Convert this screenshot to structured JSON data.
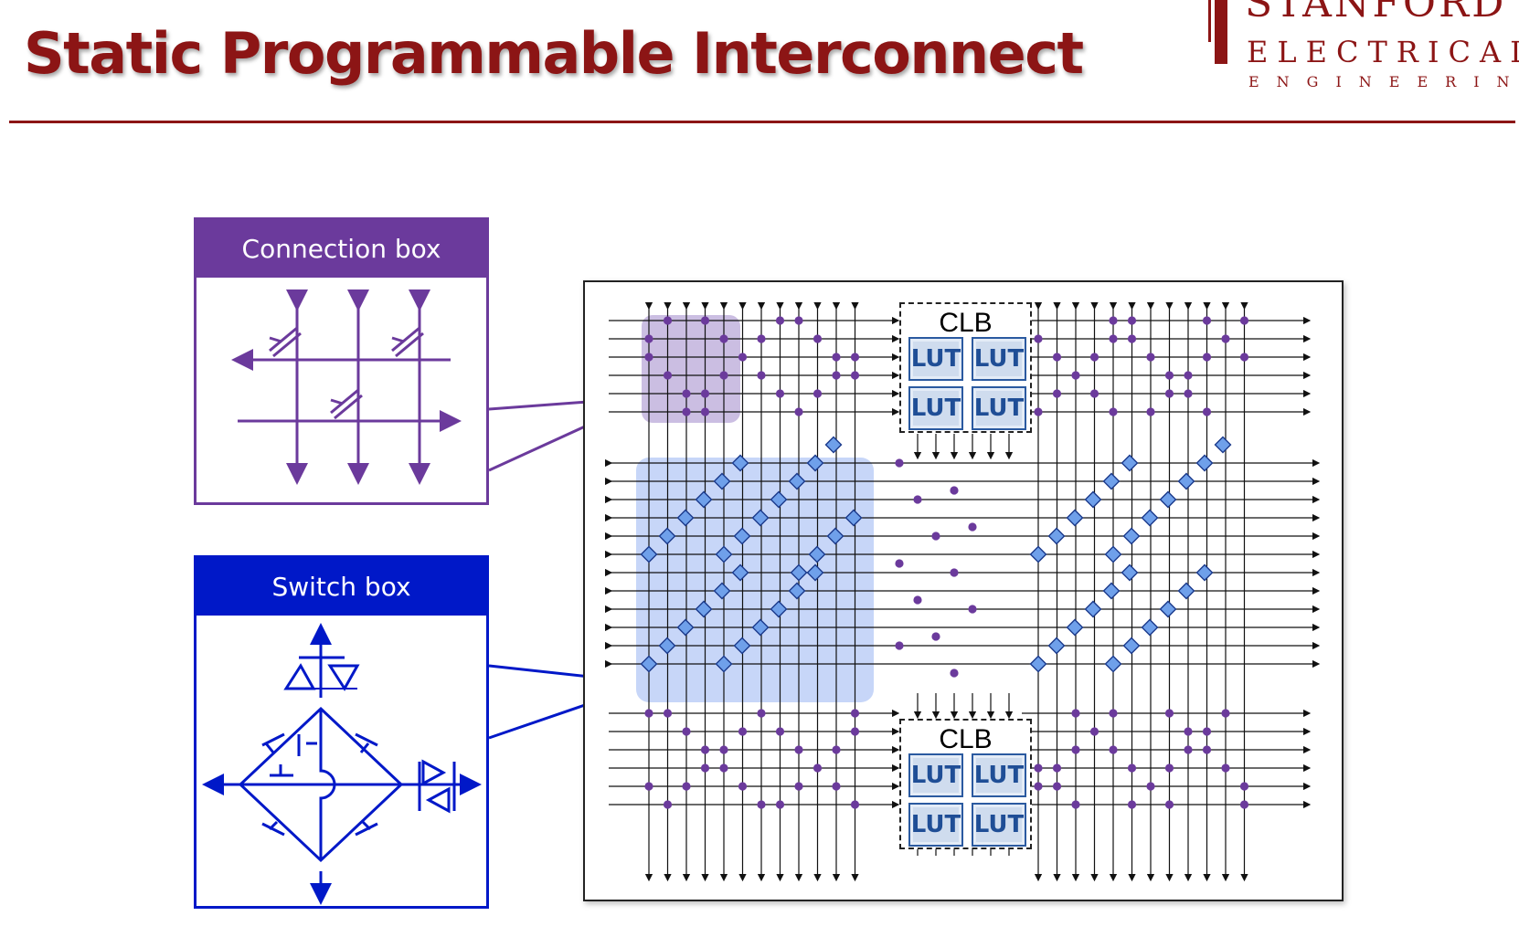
{
  "slide": {
    "title": "Static Programmable Interconnect"
  },
  "logo": {
    "line1": "STANFORD",
    "line2": "ELECTRICAL",
    "line3": "ENGINEERING"
  },
  "callouts": {
    "connection_box": {
      "label": "Connection box"
    },
    "switch_box": {
      "label": "Switch box"
    }
  },
  "fabric": {
    "clbs": [
      {
        "label": "CLB",
        "luts": [
          "LUT",
          "LUT",
          "LUT",
          "LUT"
        ]
      },
      {
        "label": "CLB",
        "luts": [
          "LUT",
          "LUT",
          "LUT",
          "LUT"
        ]
      }
    ]
  },
  "colors": {
    "title": "#8c1515",
    "connection_box": "#6b3a9c",
    "switch_box": "#0018c8",
    "switch_point_fill": "#6fa0ea",
    "connection_dot": "#6b3a9c",
    "lut_fill": "#cfdcee",
    "lut_text": "#1f4e96"
  }
}
